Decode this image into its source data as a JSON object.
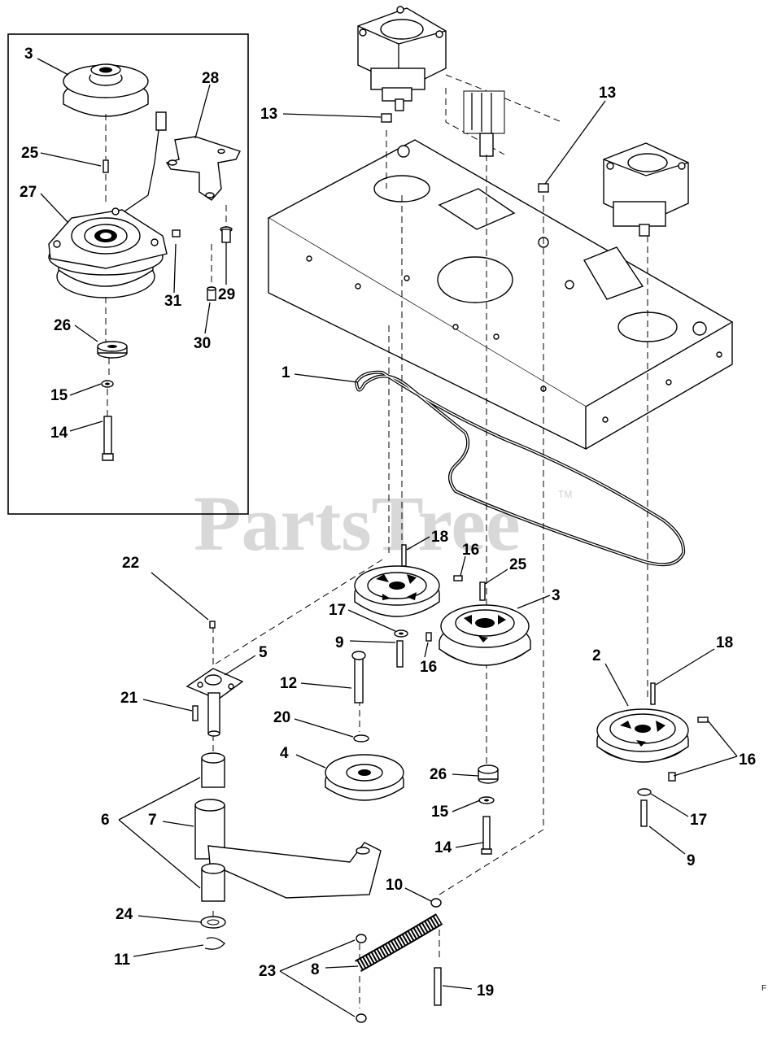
{
  "watermark": {
    "text": "PartsTree",
    "tm": "TM"
  },
  "corner_mark": "F",
  "callouts": [
    {
      "id": "c-3-inset",
      "text": "3"
    },
    {
      "id": "c-28",
      "text": "28"
    },
    {
      "id": "c-25-inset",
      "text": "25"
    },
    {
      "id": "c-27",
      "text": "27"
    },
    {
      "id": "c-31",
      "text": "31"
    },
    {
      "id": "c-29",
      "text": "29"
    },
    {
      "id": "c-30",
      "text": "30"
    },
    {
      "id": "c-26-inset",
      "text": "26"
    },
    {
      "id": "c-15-inset",
      "text": "15"
    },
    {
      "id": "c-14-inset",
      "text": "14"
    },
    {
      "id": "c-13-left",
      "text": "13"
    },
    {
      "id": "c-13-right",
      "text": "13"
    },
    {
      "id": "c-1",
      "text": "1"
    },
    {
      "id": "c-18-left",
      "text": "18"
    },
    {
      "id": "c-16-a",
      "text": "16"
    },
    {
      "id": "c-25",
      "text": "25"
    },
    {
      "id": "c-3",
      "text": "3"
    },
    {
      "id": "c-17-left",
      "text": "17"
    },
    {
      "id": "c-9-left",
      "text": "9"
    },
    {
      "id": "c-16-b",
      "text": "16"
    },
    {
      "id": "c-22",
      "text": "22"
    },
    {
      "id": "c-5",
      "text": "5"
    },
    {
      "id": "c-21",
      "text": "21"
    },
    {
      "id": "c-12",
      "text": "12"
    },
    {
      "id": "c-20",
      "text": "20"
    },
    {
      "id": "c-4",
      "text": "4"
    },
    {
      "id": "c-26",
      "text": "26"
    },
    {
      "id": "c-15",
      "text": "15"
    },
    {
      "id": "c-14",
      "text": "14"
    },
    {
      "id": "c-6",
      "text": "6"
    },
    {
      "id": "c-7",
      "text": "7"
    },
    {
      "id": "c-10",
      "text": "10"
    },
    {
      "id": "c-24",
      "text": "24"
    },
    {
      "id": "c-11",
      "text": "11"
    },
    {
      "id": "c-23",
      "text": "23"
    },
    {
      "id": "c-8",
      "text": "8"
    },
    {
      "id": "c-19",
      "text": "19"
    },
    {
      "id": "c-18-right",
      "text": "18"
    },
    {
      "id": "c-2",
      "text": "2"
    },
    {
      "id": "c-16-right",
      "text": "16"
    },
    {
      "id": "c-17-right",
      "text": "17"
    },
    {
      "id": "c-9-right",
      "text": "9"
    }
  ]
}
